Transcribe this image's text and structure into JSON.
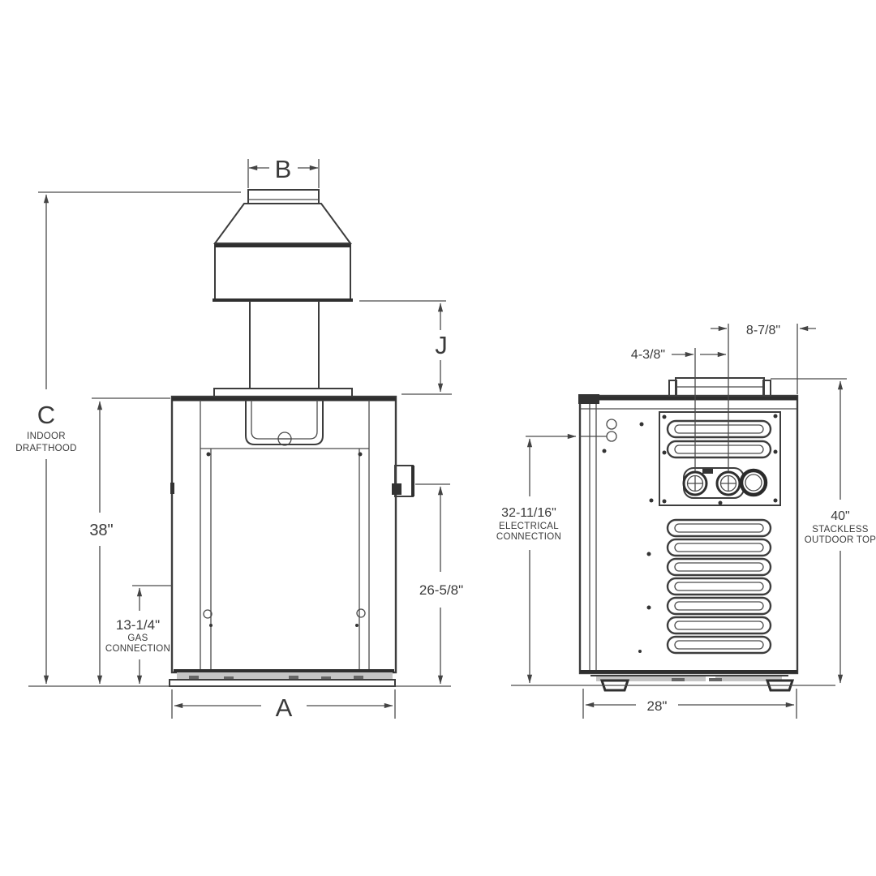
{
  "drawing": {
    "description": "Gas pool heater dimensional line drawing, front view with indoor drafthood and side view"
  },
  "front_view": {
    "flue_width_label": "B",
    "drafthood_height_label": "C",
    "drafthood_line1": "INDOOR",
    "drafthood_line2": "DRAFTHOOD",
    "stack_label": "J",
    "body_height": "38\"",
    "gas_height": "13-1/4\"",
    "gas_line1": "GAS",
    "gas_line2": "CONNECTION",
    "side_fitting_height": "26-5/8\"",
    "width_label": "A"
  },
  "side_view": {
    "inlet_offset": "4-3/8\"",
    "outlet_offset": "8-7/8\"",
    "electrical_height": "32-11/16\"",
    "electrical_line1": "ELECTRICAL",
    "electrical_line2": "CONNECTION",
    "total_height": "40\"",
    "total_line1": "STACKLESS",
    "total_line2": "OUTDOOR TOP",
    "depth": "28\""
  }
}
